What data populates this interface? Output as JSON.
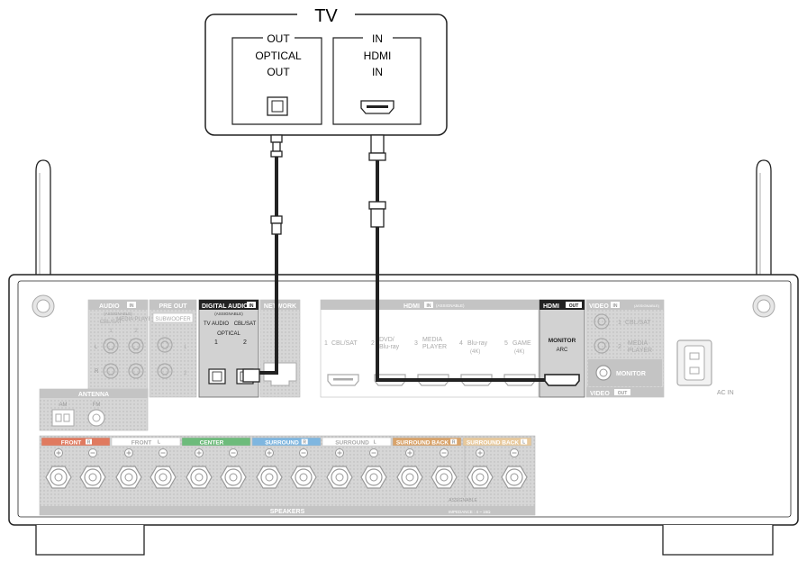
{
  "tv": {
    "title": "TV",
    "out_label": "OUT",
    "in_label": "IN",
    "optical_line1": "OPTICAL",
    "optical_line2": "OUT",
    "hdmi_line1": "HDMI",
    "hdmi_line2": "IN"
  },
  "receiver": {
    "audio_in_title": "AUDIO",
    "audio_in_badge": "IN",
    "audio_assignable": "(ASSIGNABLE)",
    "audio_cbl_sat": "CBL/SAT",
    "audio_media_player": "MEDIA PLAYER",
    "audio_num1": "1",
    "audio_num2": "2",
    "audio_l": "L",
    "audio_r": "R",
    "pre_out_title": "PRE OUT",
    "subwoofer_label": "SUBWOOFER",
    "sub_num1": "1",
    "sub_num2": "2",
    "digital_audio_title": "DIGITAL AUDIO",
    "digital_audio_badge": "IN",
    "digital_assignable": "(ASSIGNABLE)",
    "digital_tv_audio": "TV AUDIO",
    "digital_cbl_sat": "CBL/SAT",
    "digital_optical": "OPTICAL",
    "digital_num1": "1",
    "digital_num2": "2",
    "network_title": "NETWORK",
    "hdmi_in_title": "HDMI",
    "hdmi_in_badge": "IN",
    "hdmi_in_assignable": "(ASSIGNABLE)",
    "hdmi_ports": [
      {
        "num": "1",
        "line1": "CBL/SAT",
        "line2": ""
      },
      {
        "num": "2",
        "line1": "DVD/",
        "line2": "Blu-ray"
      },
      {
        "num": "3",
        "line1": "MEDIA",
        "line2": "PLAYER"
      },
      {
        "num": "4",
        "line1": "Blu-ray",
        "line2": "(4K)"
      },
      {
        "num": "5",
        "line1": "GAME",
        "line2": "(4K)"
      }
    ],
    "hdmi_out_title": "HDMI",
    "hdmi_out_badge": "OUT",
    "monitor_arc_line1": "MONITOR",
    "monitor_arc_line2": "ARC",
    "video_in_title": "VIDEO",
    "video_in_badge": "IN",
    "video_assignable": "(ASSIGNABLE)",
    "video_in1_num": "1",
    "video_in1_label": "CBL/SAT",
    "video_in2_num": "2",
    "video_in2_line1": "MEDIA",
    "video_in2_line2": "PLAYER",
    "video_monitor": "MONITOR",
    "video_out_title": "VIDEO",
    "video_out_badge": "OUT",
    "ac_in": "AC IN",
    "antenna_title": "ANTENNA",
    "antenna_am": "AM",
    "antenna_fm": "FM",
    "speakers_title": "SPEAKERS",
    "speaker_groups": [
      {
        "label": "FRONT",
        "badge": "R",
        "color": "#e07a5f"
      },
      {
        "label": "FRONT",
        "badge": "L",
        "color": "#ffffff"
      },
      {
        "label": "CENTER",
        "badge": "",
        "color": "#6dbb7b"
      },
      {
        "label": "SURROUND",
        "badge": "R",
        "color": "#7eb6e0"
      },
      {
        "label": "SURROUND",
        "badge": "L",
        "color": "#ffffff"
      },
      {
        "label": "SURROUND BACK",
        "badge": "R",
        "color": "#d9a36a"
      },
      {
        "label": "SURROUND BACK",
        "badge": "L",
        "color": "#e8c99c"
      }
    ],
    "assignable": "ASSIGNABLE",
    "impedance": "IMPEDANCE : 4 ~ 16Ω"
  }
}
